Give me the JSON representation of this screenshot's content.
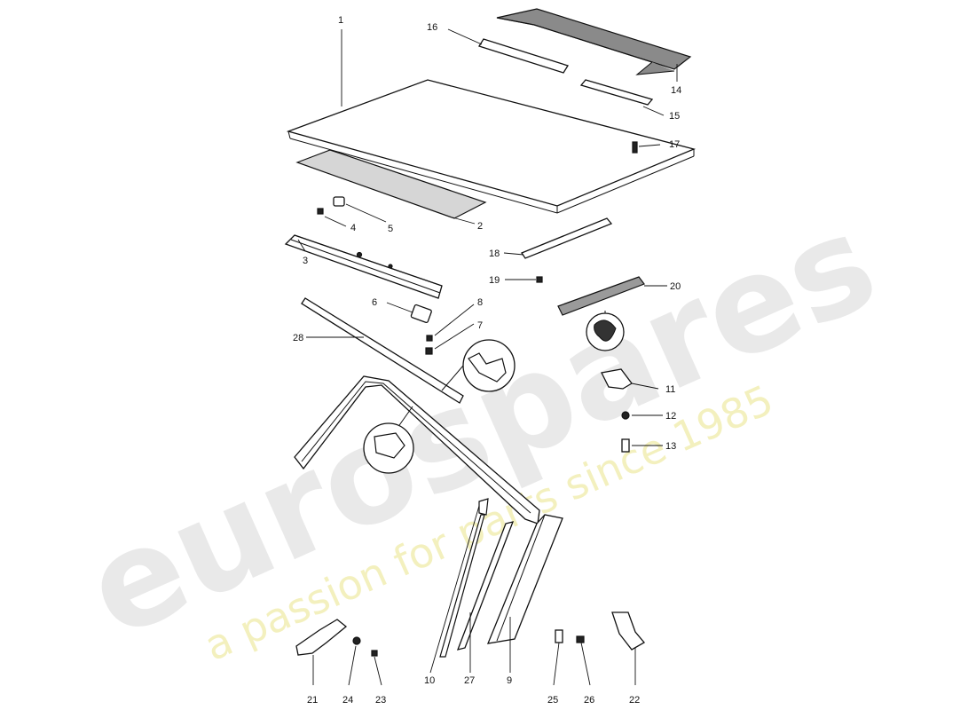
{
  "watermark": {
    "brand": "eurospares",
    "tagline": "a passion for parts since 1985",
    "brand_color": "#e6e6e6",
    "tagline_color": "#f2efb8"
  },
  "callouts": [
    {
      "id": "1",
      "label": "1"
    },
    {
      "id": "2",
      "label": "2"
    },
    {
      "id": "3",
      "label": "3"
    },
    {
      "id": "4",
      "label": "4"
    },
    {
      "id": "5",
      "label": "5"
    },
    {
      "id": "6",
      "label": "6"
    },
    {
      "id": "7",
      "label": "7"
    },
    {
      "id": "8",
      "label": "8"
    },
    {
      "id": "9",
      "label": "9"
    },
    {
      "id": "10",
      "label": "10"
    },
    {
      "id": "11",
      "label": "11"
    },
    {
      "id": "12",
      "label": "12"
    },
    {
      "id": "13",
      "label": "13"
    },
    {
      "id": "14",
      "label": "14"
    },
    {
      "id": "15",
      "label": "15"
    },
    {
      "id": "16",
      "label": "16"
    },
    {
      "id": "17",
      "label": "17"
    },
    {
      "id": "18",
      "label": "18"
    },
    {
      "id": "19",
      "label": "19"
    },
    {
      "id": "20",
      "label": "20"
    },
    {
      "id": "21",
      "label": "21"
    },
    {
      "id": "22",
      "label": "22"
    },
    {
      "id": "23",
      "label": "23"
    },
    {
      "id": "24",
      "label": "24"
    },
    {
      "id": "25",
      "label": "25"
    },
    {
      "id": "26",
      "label": "26"
    },
    {
      "id": "27",
      "label": "27"
    },
    {
      "id": "28",
      "label": "28"
    }
  ]
}
